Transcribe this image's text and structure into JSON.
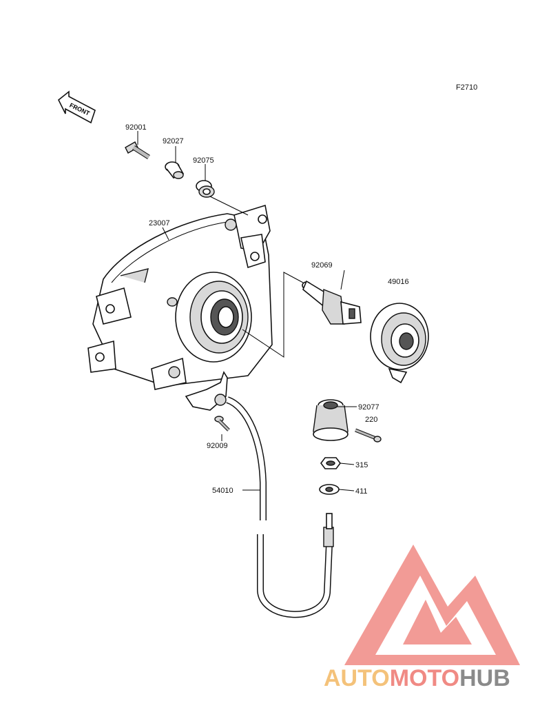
{
  "figure_code": "F2710",
  "front_arrow": "FRONT",
  "parts": {
    "p92001": "92001",
    "p92027": "92027",
    "p92075": "92075",
    "p23007": "23007",
    "p92069": "92069",
    "p49016": "49016",
    "p92077": "92077",
    "p220": "220",
    "p315": "315",
    "p411": "411",
    "p92009": "92009",
    "p54010": "54010"
  },
  "watermark": {
    "part1": "AUTO",
    "part2": "MOTO",
    "part3": "HUB",
    "colors": {
      "auto": "#f4c27a",
      "moto": "#f08a84",
      "hub": "#8a8a8a",
      "triangle": "#f08a84"
    }
  }
}
